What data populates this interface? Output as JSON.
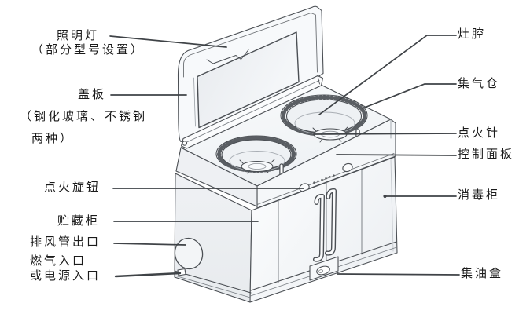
{
  "figure": {
    "type": "parts-diagram",
    "subject": "integrated stove",
    "background": "#ffffff",
    "line_color": "#4b4f54",
    "leader_color": "#3f4347",
    "text_color": "#1b1b1b"
  },
  "labels": {
    "left": [
      {
        "name": "lighting-lamp",
        "lines": [
          "照明灯",
          "（部分型号设置）"
        ]
      },
      {
        "name": "cover-plate",
        "lines": [
          "盖板",
          "（钢化玻璃、不锈钢",
          "两种）"
        ]
      },
      {
        "name": "ignition-knob",
        "lines": [
          "点火旋钮"
        ]
      },
      {
        "name": "storage-cabinet",
        "lines": [
          "贮藏柜"
        ]
      },
      {
        "name": "exhaust-duct-outlet",
        "lines": [
          "排风管出口"
        ]
      },
      {
        "name": "gas-or-power-inlet",
        "lines": [
          "燃气入口",
          "或电源入口"
        ]
      }
    ],
    "right": [
      {
        "name": "stove-cavity",
        "lines": [
          "灶腔"
        ]
      },
      {
        "name": "gas-collection-chamber",
        "lines": [
          "集气仓"
        ]
      },
      {
        "name": "ignition-needle",
        "lines": [
          "点火针"
        ]
      },
      {
        "name": "control-panel",
        "lines": [
          "控制面板"
        ]
      },
      {
        "name": "disinfection-cabinet",
        "lines": [
          "消毒柜"
        ]
      },
      {
        "name": "oil-collection-box",
        "lines": [
          "集油盒"
        ]
      }
    ]
  }
}
